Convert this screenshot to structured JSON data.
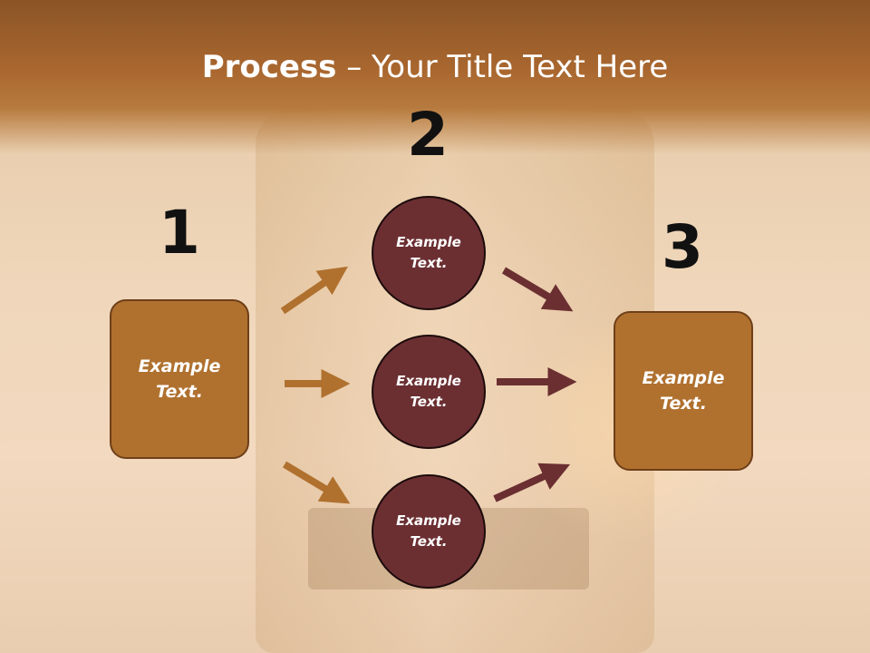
{
  "title": {
    "bold": "Process",
    "rest": " – Your Title Text Here"
  },
  "numbers": [
    "1",
    "2",
    "3"
  ],
  "left_box": {
    "text": "Example Text."
  },
  "circles": [
    {
      "text": "Example Text."
    },
    {
      "text": "Example Text."
    },
    {
      "text": "Example Text."
    }
  ],
  "right_box": {
    "text": "Example Text."
  },
  "colors": {
    "title_band": "#a9672f",
    "box_fill": "#b0712f",
    "circle_fill": "#6b2f32",
    "arrow_left": "#b0712f",
    "arrow_right": "#6b2f32"
  }
}
